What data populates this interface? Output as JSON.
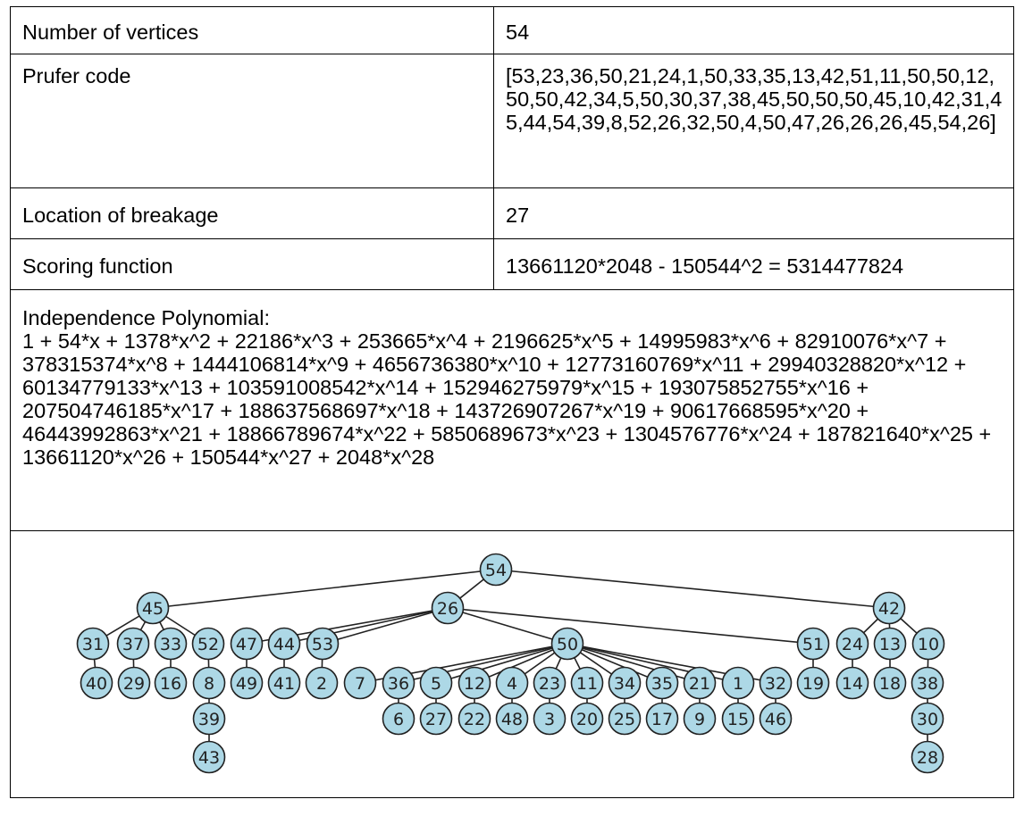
{
  "rows": {
    "vertices": {
      "label": "Number of vertices",
      "value": "54"
    },
    "prufer": {
      "label": "Prufer code",
      "value": "[53,23,36,50,21,24,1,50,33,35,13,42,51,11,50,50,12,50,50,42,34,5,50,30,37,38,45,50,50,50,45,10,42,31,45,44,54,39,8,52,26,32,50,4,50,47,26,26,26,45,54,26]"
    },
    "breakage": {
      "label": "Location of breakage",
      "value": "27"
    },
    "scoring": {
      "label": "Scoring function",
      "value": "13661120*2048 - 150544^2 = 5314477824"
    },
    "independence": {
      "label": "Independence Polynomial:",
      "value": "1 + 54*x + 1378*x^2 + 22186*x^3 + 253665*x^4 + 2196625*x^5 + 14995983*x^6 + 82910076*x^7 + 378315374*x^8 + 1444106814*x^9 + 4656736380*x^10 + 12773160769*x^11 + 29940328820*x^12 + 60134779133*x^13 + 103591008542*x^14 + 152946275979*x^15 + 193075852755*x^16 + 207504746185*x^17 + 188637568697*x^18 + 143726907267*x^19 + 90617668595*x^20 + 46443992863*x^21 + 18866789674*x^22 + 5850689673*x^23 + 1304576776*x^24 + 187821640*x^25 + 13661120*x^26 + 150544*x^27 + 2048*x^28"
    }
  },
  "tree": {
    "node_color": "#add8e6",
    "edge_color": "#222222",
    "nodes": [
      "54",
      "45",
      "26",
      "42",
      "31",
      "37",
      "33",
      "52",
      "47",
      "44",
      "53",
      "50",
      "51",
      "24",
      "13",
      "10",
      "40",
      "29",
      "16",
      "8",
      "49",
      "41",
      "2",
      "7",
      "36",
      "5",
      "12",
      "4",
      "23",
      "11",
      "34",
      "35",
      "21",
      "1",
      "32",
      "19",
      "14",
      "18",
      "38",
      "39",
      "6",
      "27",
      "22",
      "48",
      "3",
      "20",
      "25",
      "17",
      "9",
      "15",
      "46",
      "30",
      "43",
      "28"
    ],
    "edges": [
      [
        "54",
        "45"
      ],
      [
        "54",
        "26"
      ],
      [
        "54",
        "42"
      ],
      [
        "45",
        "31"
      ],
      [
        "45",
        "37"
      ],
      [
        "45",
        "33"
      ],
      [
        "45",
        "52"
      ],
      [
        "26",
        "47"
      ],
      [
        "26",
        "44"
      ],
      [
        "26",
        "53"
      ],
      [
        "26",
        "50"
      ],
      [
        "26",
        "51"
      ],
      [
        "42",
        "24"
      ],
      [
        "42",
        "13"
      ],
      [
        "42",
        "10"
      ],
      [
        "31",
        "40"
      ],
      [
        "37",
        "29"
      ],
      [
        "33",
        "16"
      ],
      [
        "52",
        "8"
      ],
      [
        "47",
        "49"
      ],
      [
        "44",
        "41"
      ],
      [
        "53",
        "2"
      ],
      [
        "50",
        "7"
      ],
      [
        "50",
        "36"
      ],
      [
        "50",
        "5"
      ],
      [
        "50",
        "12"
      ],
      [
        "50",
        "4"
      ],
      [
        "50",
        "23"
      ],
      [
        "50",
        "11"
      ],
      [
        "50",
        "34"
      ],
      [
        "50",
        "35"
      ],
      [
        "50",
        "21"
      ],
      [
        "50",
        "1"
      ],
      [
        "50",
        "32"
      ],
      [
        "51",
        "19"
      ],
      [
        "24",
        "14"
      ],
      [
        "13",
        "18"
      ],
      [
        "10",
        "38"
      ],
      [
        "8",
        "39"
      ],
      [
        "39",
        "43"
      ],
      [
        "36",
        "6"
      ],
      [
        "5",
        "27"
      ],
      [
        "12",
        "22"
      ],
      [
        "4",
        "48"
      ],
      [
        "23",
        "3"
      ],
      [
        "11",
        "20"
      ],
      [
        "34",
        "25"
      ],
      [
        "35",
        "17"
      ],
      [
        "21",
        "9"
      ],
      [
        "1",
        "15"
      ],
      [
        "32",
        "46"
      ],
      [
        "38",
        "30"
      ],
      [
        "30",
        "28"
      ]
    ]
  }
}
